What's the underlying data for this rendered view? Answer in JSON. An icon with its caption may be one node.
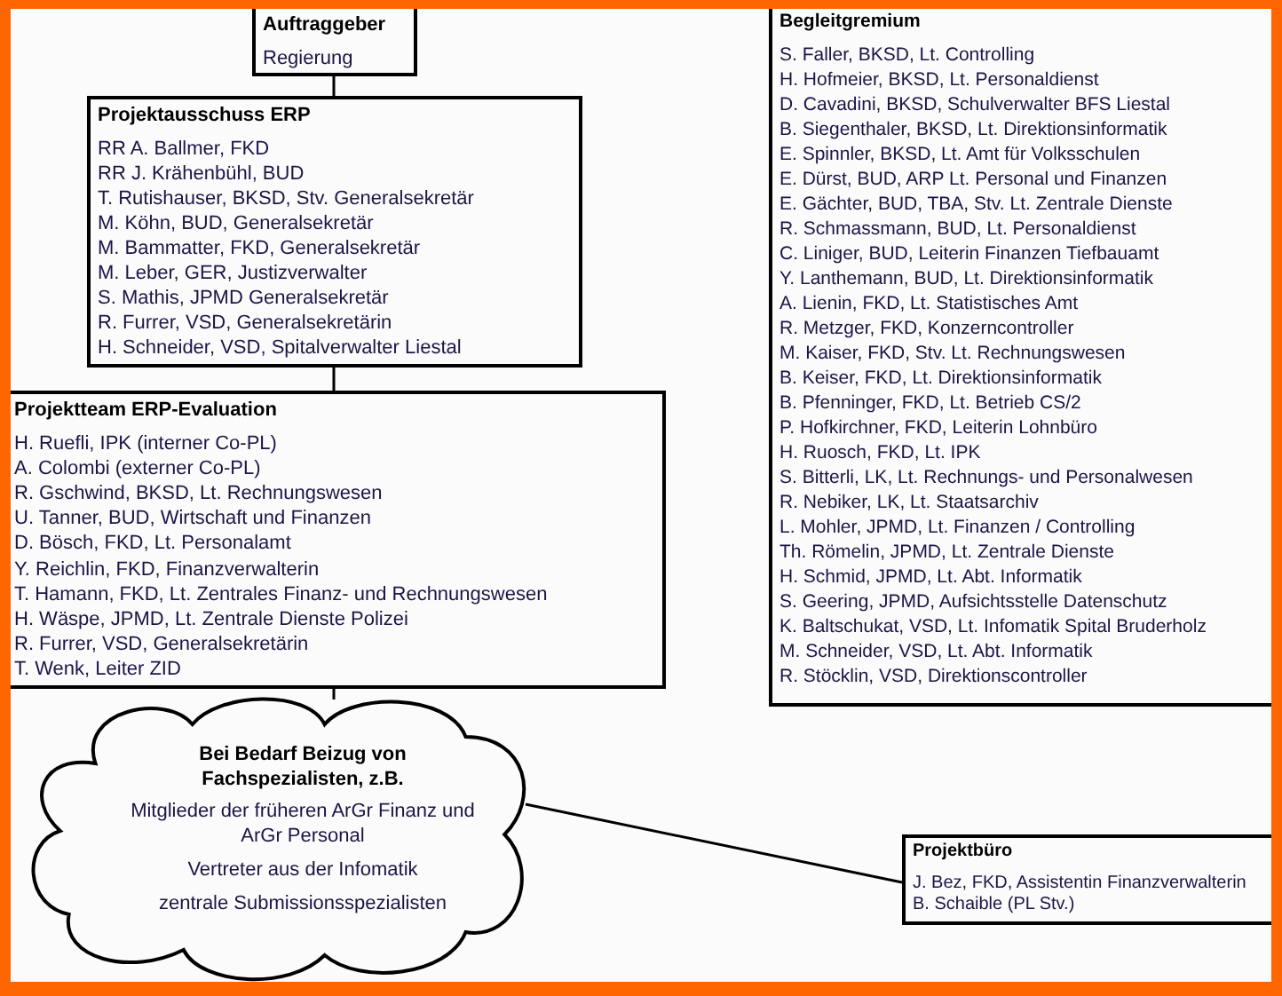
{
  "diagram": {
    "nodes": [
      {
        "text": [
          "Auftraggeber",
          "Regierung"
        ]
      },
      {
        "text": [
          "Projektausschuss  ERP",
          "RR A. Ballmer, FKD",
          "RR J. Krähenbühl, BUD",
          "T. Rutishauser, BKSD, Stv. Generalsekretär",
          "M. Köhn, BUD, Generalsekretär",
          "M. Bammatter, FKD, Generalsekretär",
          "M. Leber, GER, Justizverwalter",
          "S. Mathis, JPMD Generalsekretär",
          "R. Furrer, VSD, Generalsekretärin",
          "H. Schneider, VSD, Spitalverwalter Liestal"
        ]
      },
      {
        "text": [
          "Projektteam  ERP-Evaluation",
          "H. Ruefli, IPK (interner Co-PL)",
          "A. Colombi (externer Co-PL)",
          "R. Gschwind, BKSD, Lt. Rechnungswesen",
          "U. Tanner, BUD, Wirtschaft und Finanzen",
          "D. Bösch, FKD, Lt. Personalamt",
          "Y. Reichlin, FKD, Finanzverwalterin",
          "T. Hamann, FKD, Lt. Zentrales Finanz- und Rechnungswesen",
          "H. Wäspe, JPMD, Lt. Zentrale Dienste Polizei",
          "R. Furrer, VSD, Generalsekretärin",
          "T. Wenk, Leiter ZID"
        ]
      },
      {
        "text": [
          "Bei Bedarf Beizug von Fachspezialisten, z.B.",
          "Mitglieder der früheren ArGr Finanz und ArGr Personal",
          "Vertreter aus der Infomatik",
          "zentrale Submissionsspezialisten"
        ]
      },
      {
        "text": [
          "Begleitgremium",
          "S. Faller, BKSD, Lt. Controlling",
          "H. Hofmeier, BKSD, Lt. Personaldienst",
          "D. Cavadini, BKSD, Schulverwalter BFS Liestal",
          "B. Siegenthaler, BKSD, Lt. Direktionsinformatik",
          "E. Spinnler, BKSD, Lt. Amt für Volksschulen",
          "E. Dürst, BUD, ARP Lt. Personal und Finanzen",
          "E. Gächter, BUD, TBA, Stv. Lt. Zentrale Dienste",
          "R. Schmassmann, BUD, Lt. Personaldienst",
          "C. Liniger, BUD, Leiterin Finanzen Tiefbauamt",
          "Y. Lanthemann, BUD, Lt. Direktionsinformatik",
          "A. Lienin, FKD, Lt. Statistisches Amt",
          "R. Metzger, FKD, Konzerncontroller",
          "M. Kaiser, FKD, Stv. Lt. Rechnungswesen",
          "B. Keiser, FKD, Lt. Direktionsinformatik",
          "B. Pfenninger, FKD, Lt. Betrieb CS/2",
          "P. Hofkirchner, FKD, Leiterin Lohnbüro",
          "H. Ruosch, FKD, Lt. IPK",
          "S. Bitterli, LK, Lt. Rechnungs- und Personalwesen",
          "R. Nebiker, LK, Lt. Staatsarchiv",
          "L. Mohler, JPMD, Lt. Finanzen / Controlling",
          "Th. Römelin, JPMD, Lt. Zentrale Dienste",
          "H. Schmid, JPMD, Lt. Abt. Informatik",
          "S. Geering, JPMD, Aufsichtsstelle Datenschutz",
          "K. Baltschukat, VSD, Lt. Infomatik Spital Bruderholz",
          "M. Schneider, VSD, Lt. Abt. Informatik",
          "R. Stöcklin, VSD, Direktionscontroller"
        ]
      },
      {
        "text": [
          "Projektbüro",
          "J. Bez, FKD, Assistentin Finanzverwalterin",
          "B. Schaible (PL Stv.)"
        ]
      }
    ],
    "edges": [
      {
        "from": 0,
        "to": 1,
        "arrow": "none"
      },
      {
        "from": 1,
        "to": 2,
        "arrow": "none"
      },
      {
        "from": 2,
        "to": 3,
        "arrow": "none"
      },
      {
        "from": 3,
        "to": 5,
        "arrow": "none"
      }
    ]
  }
}
